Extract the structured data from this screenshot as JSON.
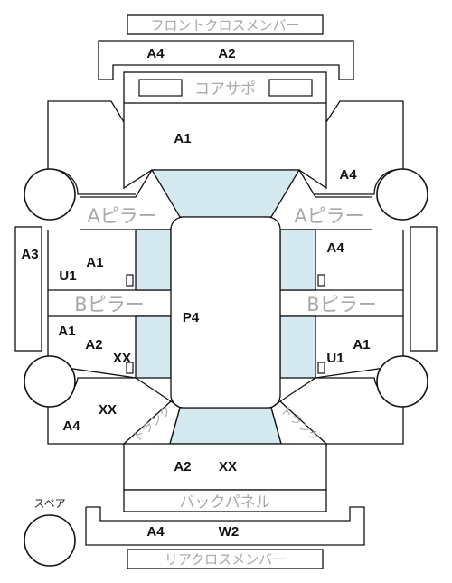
{
  "panels": {
    "front_cross_member": "フロントクロスメンバー",
    "core_support": "コアサポ",
    "a_pillar_left": "Aピラー",
    "a_pillar_right": "Aピラー",
    "b_pillar_left": "Bピラー",
    "b_pillar_right": "Bピラー",
    "back_panel": "バックパネル",
    "rear_cross_member": "リアクロスメンバー",
    "trunk_left": "トランク",
    "trunk_right": "トランク",
    "spare": "スペア"
  },
  "grades": {
    "front_member_left": "A4",
    "front_member_right": "A2",
    "hood": "A1",
    "front_fender_right": "A4",
    "side_left": "A3",
    "front_door_left_top": "A1",
    "front_door_left_bottom": "U1",
    "front_door_right": "A4",
    "roof": "P4",
    "rear_door_left_1": "A1",
    "rear_door_left_2": "A2",
    "rear_door_left_3": "XX",
    "rear_quarter_left_1": "XX",
    "rear_quarter_left_2": "A4",
    "rear_door_right_1": "A1",
    "rear_door_right_2": "U1",
    "trunk_lid_1": "A2",
    "trunk_lid_2": "XX",
    "rear_member_1": "A4",
    "rear_member_2": "W2"
  }
}
